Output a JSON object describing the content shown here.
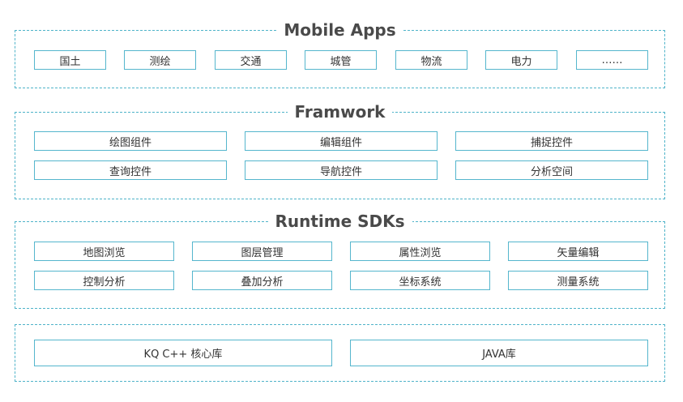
{
  "layers": {
    "apps": {
      "title": "Mobile Apps",
      "items": [
        "国土",
        "测绘",
        "交通",
        "城管",
        "物流",
        "电力",
        "……"
      ]
    },
    "framework": {
      "title": "Framwork",
      "items": [
        "绘图组件",
        "编辑组件",
        "捕捉控件",
        "查询控件",
        "导航控件",
        "分析空间"
      ]
    },
    "sdk": {
      "title": "Runtime SDKs",
      "items": [
        "地图浏览",
        "图层管理",
        "属性浏览",
        "矢量编辑",
        "控制分析",
        "叠加分析",
        "坐标系统",
        "测量系统"
      ]
    },
    "core": {
      "items": [
        "KQ C++ 核心库",
        "JAVA库"
      ]
    }
  },
  "colors": {
    "frame_border": "#4fb3c9",
    "box_border": "#55b6cd",
    "title_text": "#4a4a4a",
    "box_text": "#333333"
  }
}
